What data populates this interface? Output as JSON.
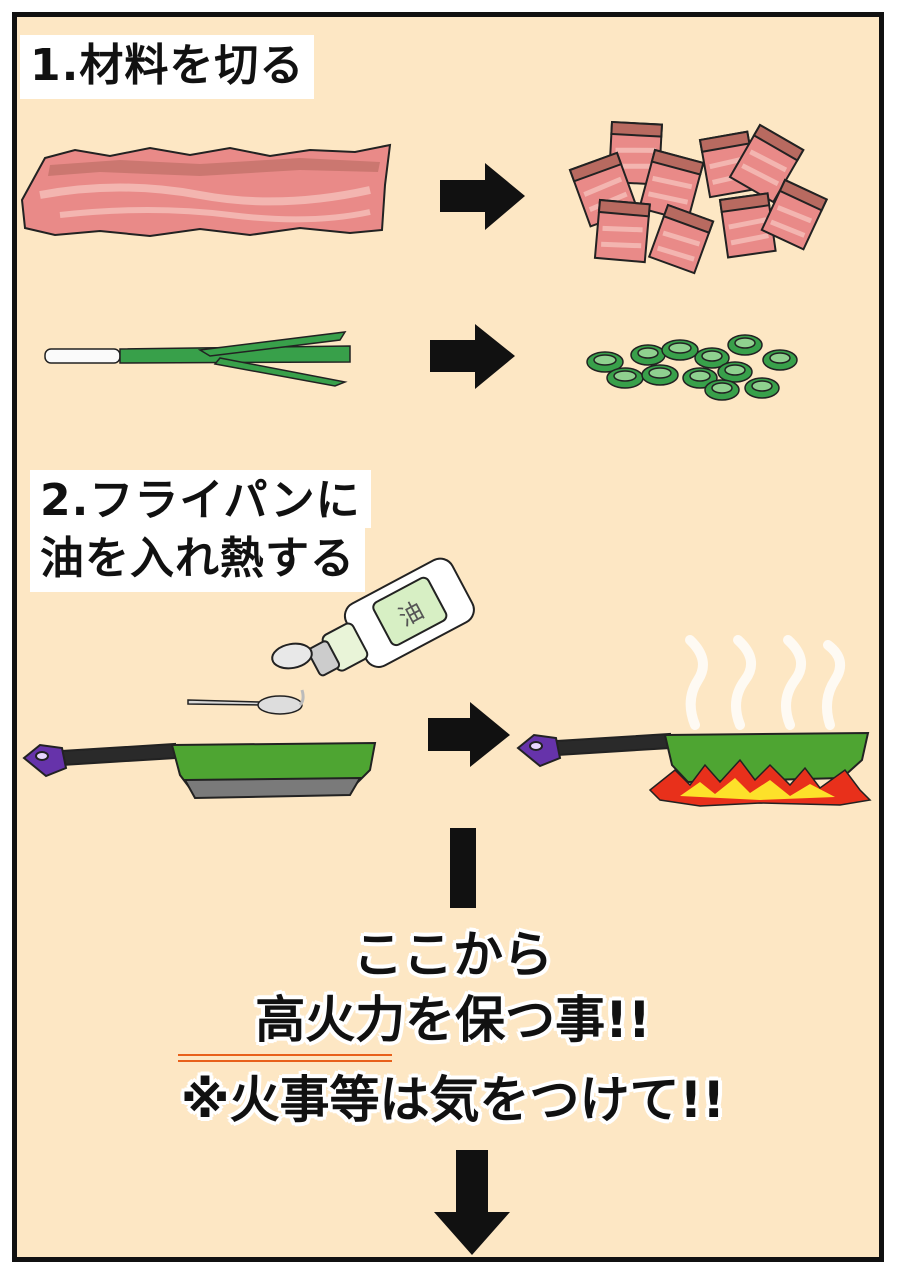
{
  "step1": {
    "title": "1.材料を切る"
  },
  "step2": {
    "title_line1": "2.フライパンに",
    "title_line2": "油を入れ熱する"
  },
  "bottle": {
    "label": "油"
  },
  "note": {
    "line1": "ここから",
    "line2": "高火力を保つ事!!",
    "line3": "※火事等は気をつけて!!"
  },
  "colors": {
    "background": "#fde7c4",
    "meat": "#e98a88",
    "meat_dark": "#b86a60",
    "leek": "#38a04a",
    "pan": "#4ea532",
    "handle": "#2a2a2a",
    "handle_tip": "#6633aa",
    "flame_red": "#e8301b",
    "flame_yellow": "#fde12a",
    "underline": "#e8601b"
  }
}
